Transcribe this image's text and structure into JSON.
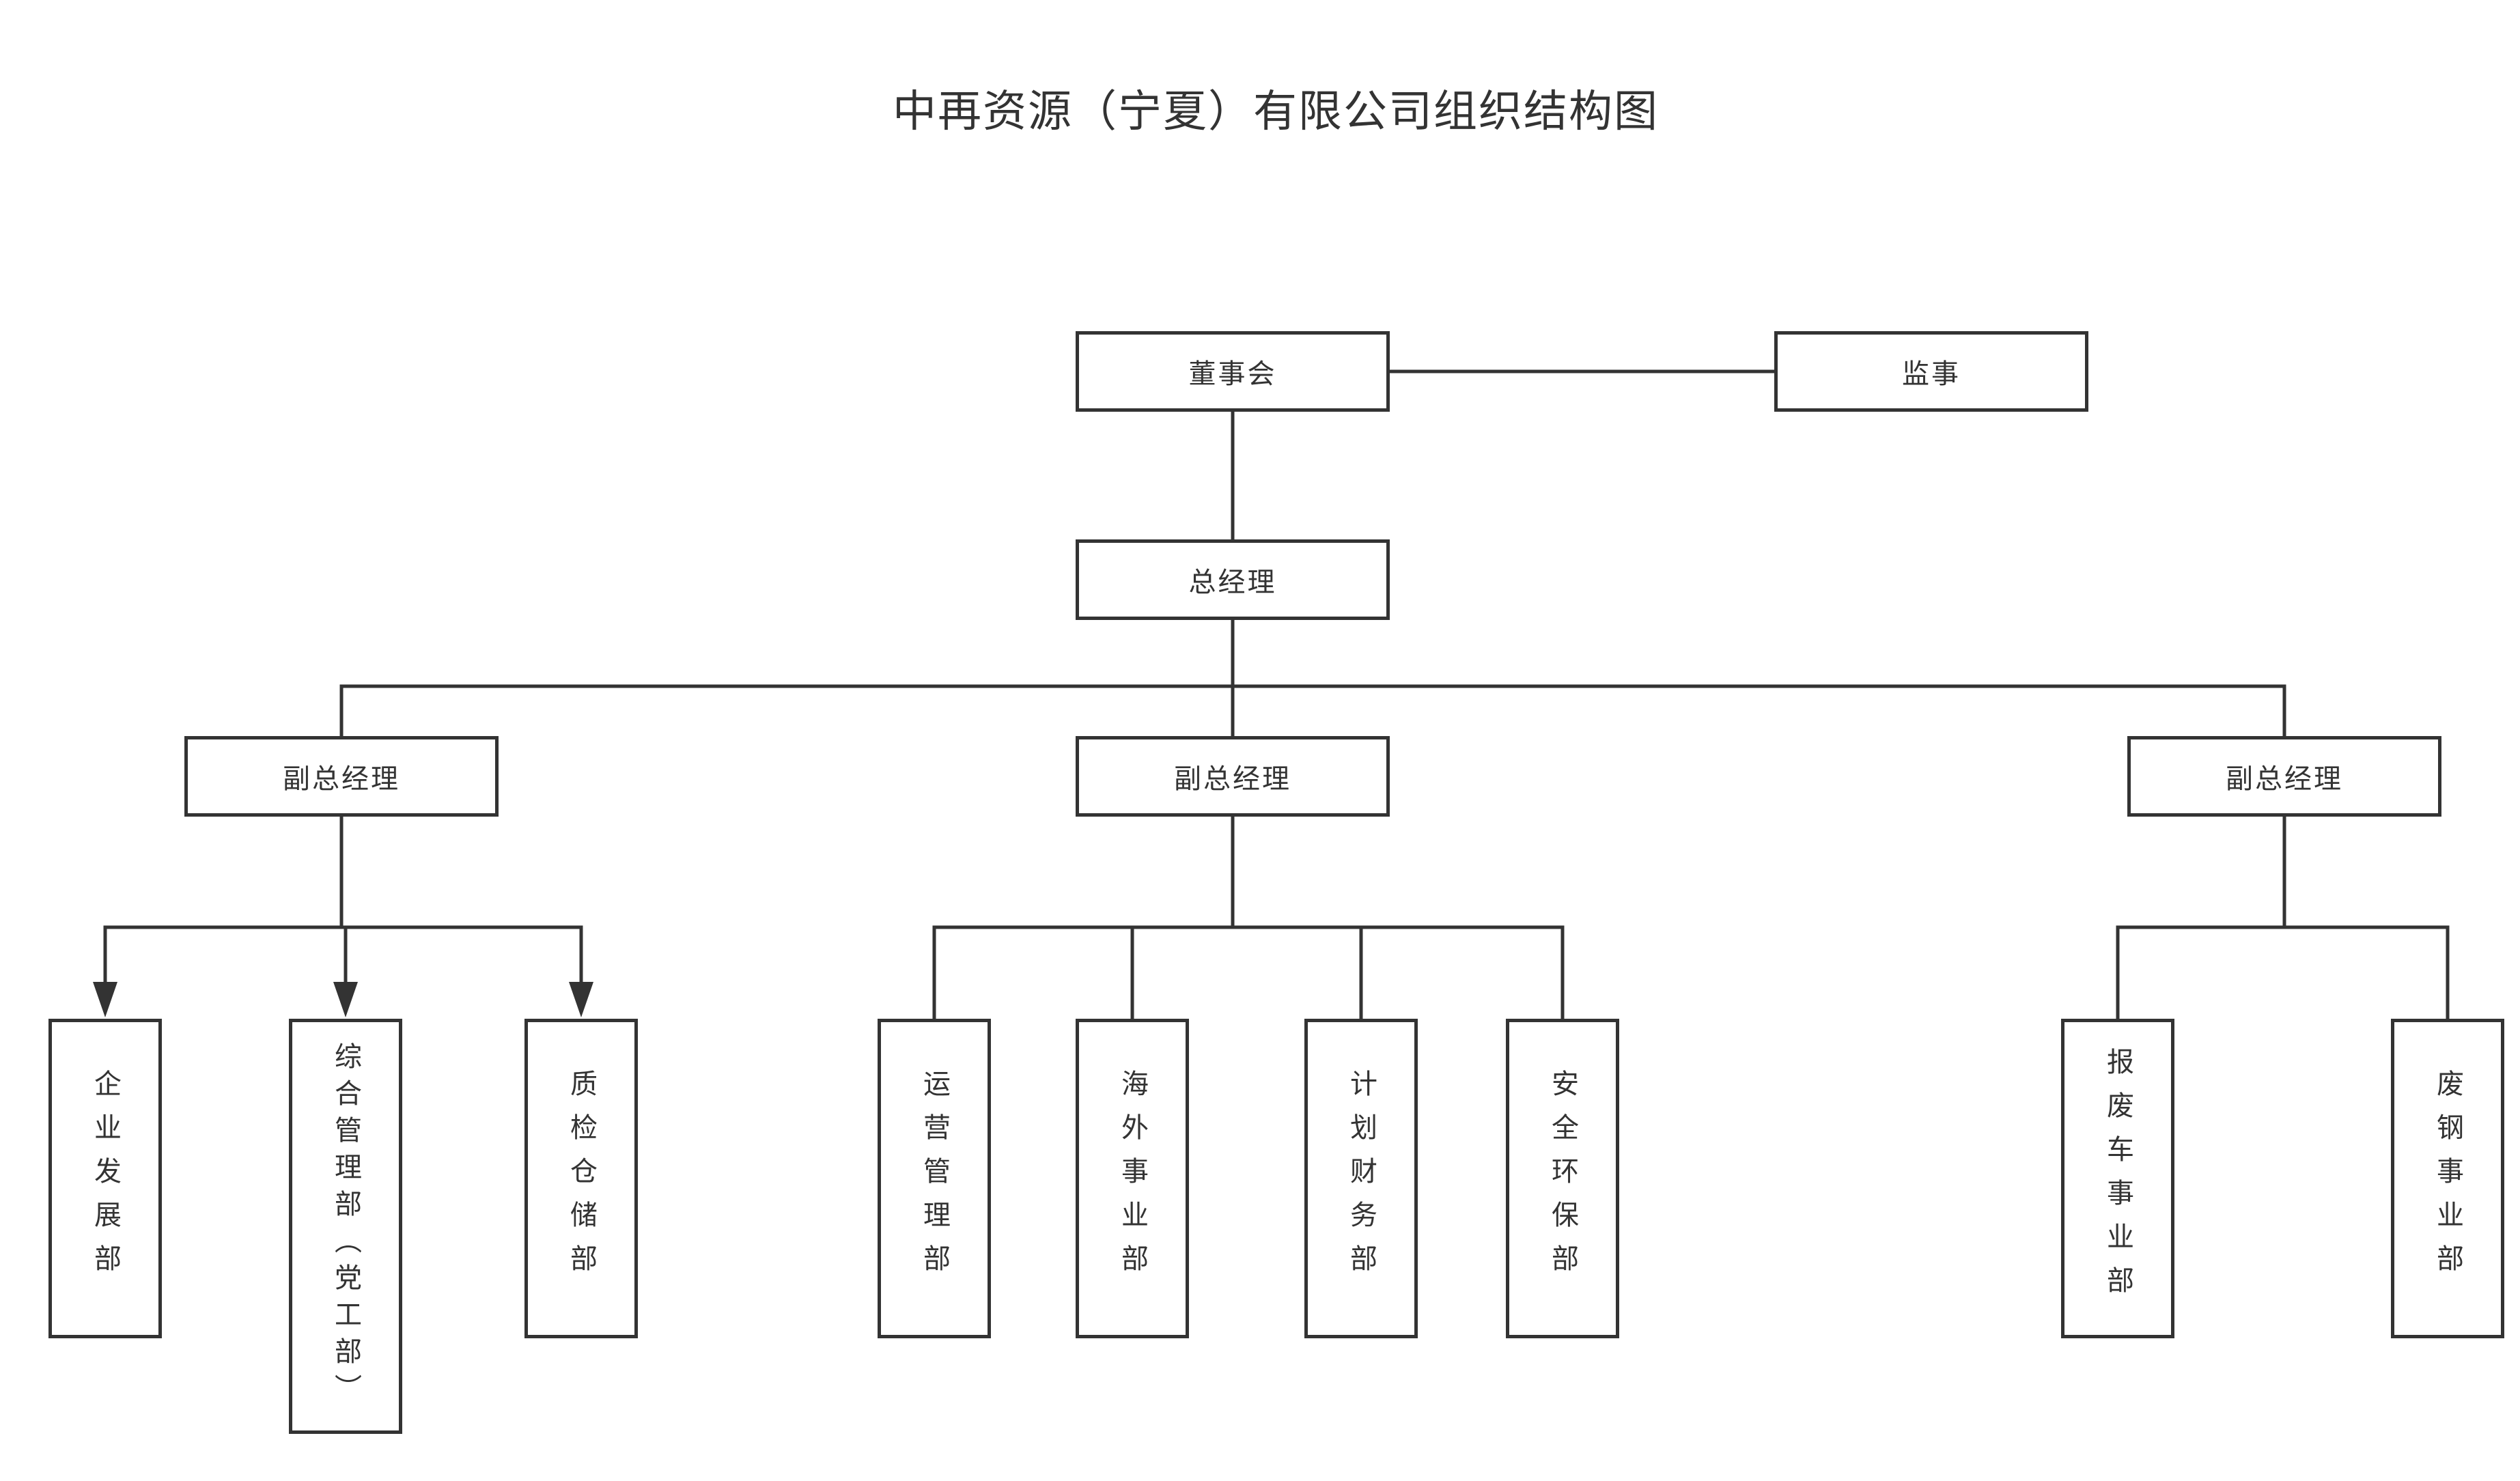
{
  "title": "中再资源（宁夏）有限公司组织结构图",
  "nodes": {
    "board": {
      "label": "董事会"
    },
    "supervisor": {
      "label": "监事"
    },
    "general_manager": {
      "label": "总经理"
    },
    "deputy_gm_1": {
      "label": "副总经理"
    },
    "deputy_gm_2": {
      "label": "副总经理"
    },
    "deputy_gm_3": {
      "label": "副总经理"
    },
    "dept_enterprise_development": {
      "label": "企业发展部"
    },
    "dept_general_admin_party": {
      "label": "综合管理部（党工部）"
    },
    "dept_quality_warehouse": {
      "label": "质检仓储部"
    },
    "dept_operations_management": {
      "label": "运营管理部"
    },
    "dept_overseas_business": {
      "label": "海外事业部"
    },
    "dept_planning_finance": {
      "label": "计划财务部"
    },
    "dept_safety_environment": {
      "label": "安全环保部"
    },
    "dept_scrap_vehicle_business": {
      "label": "报废车事业部"
    },
    "dept_scrap_steel_business": {
      "label": "废钢事业部"
    }
  },
  "colors": {
    "line": "#333333",
    "box_border": "#333333",
    "text": "#333333",
    "background": "#ffffff"
  }
}
